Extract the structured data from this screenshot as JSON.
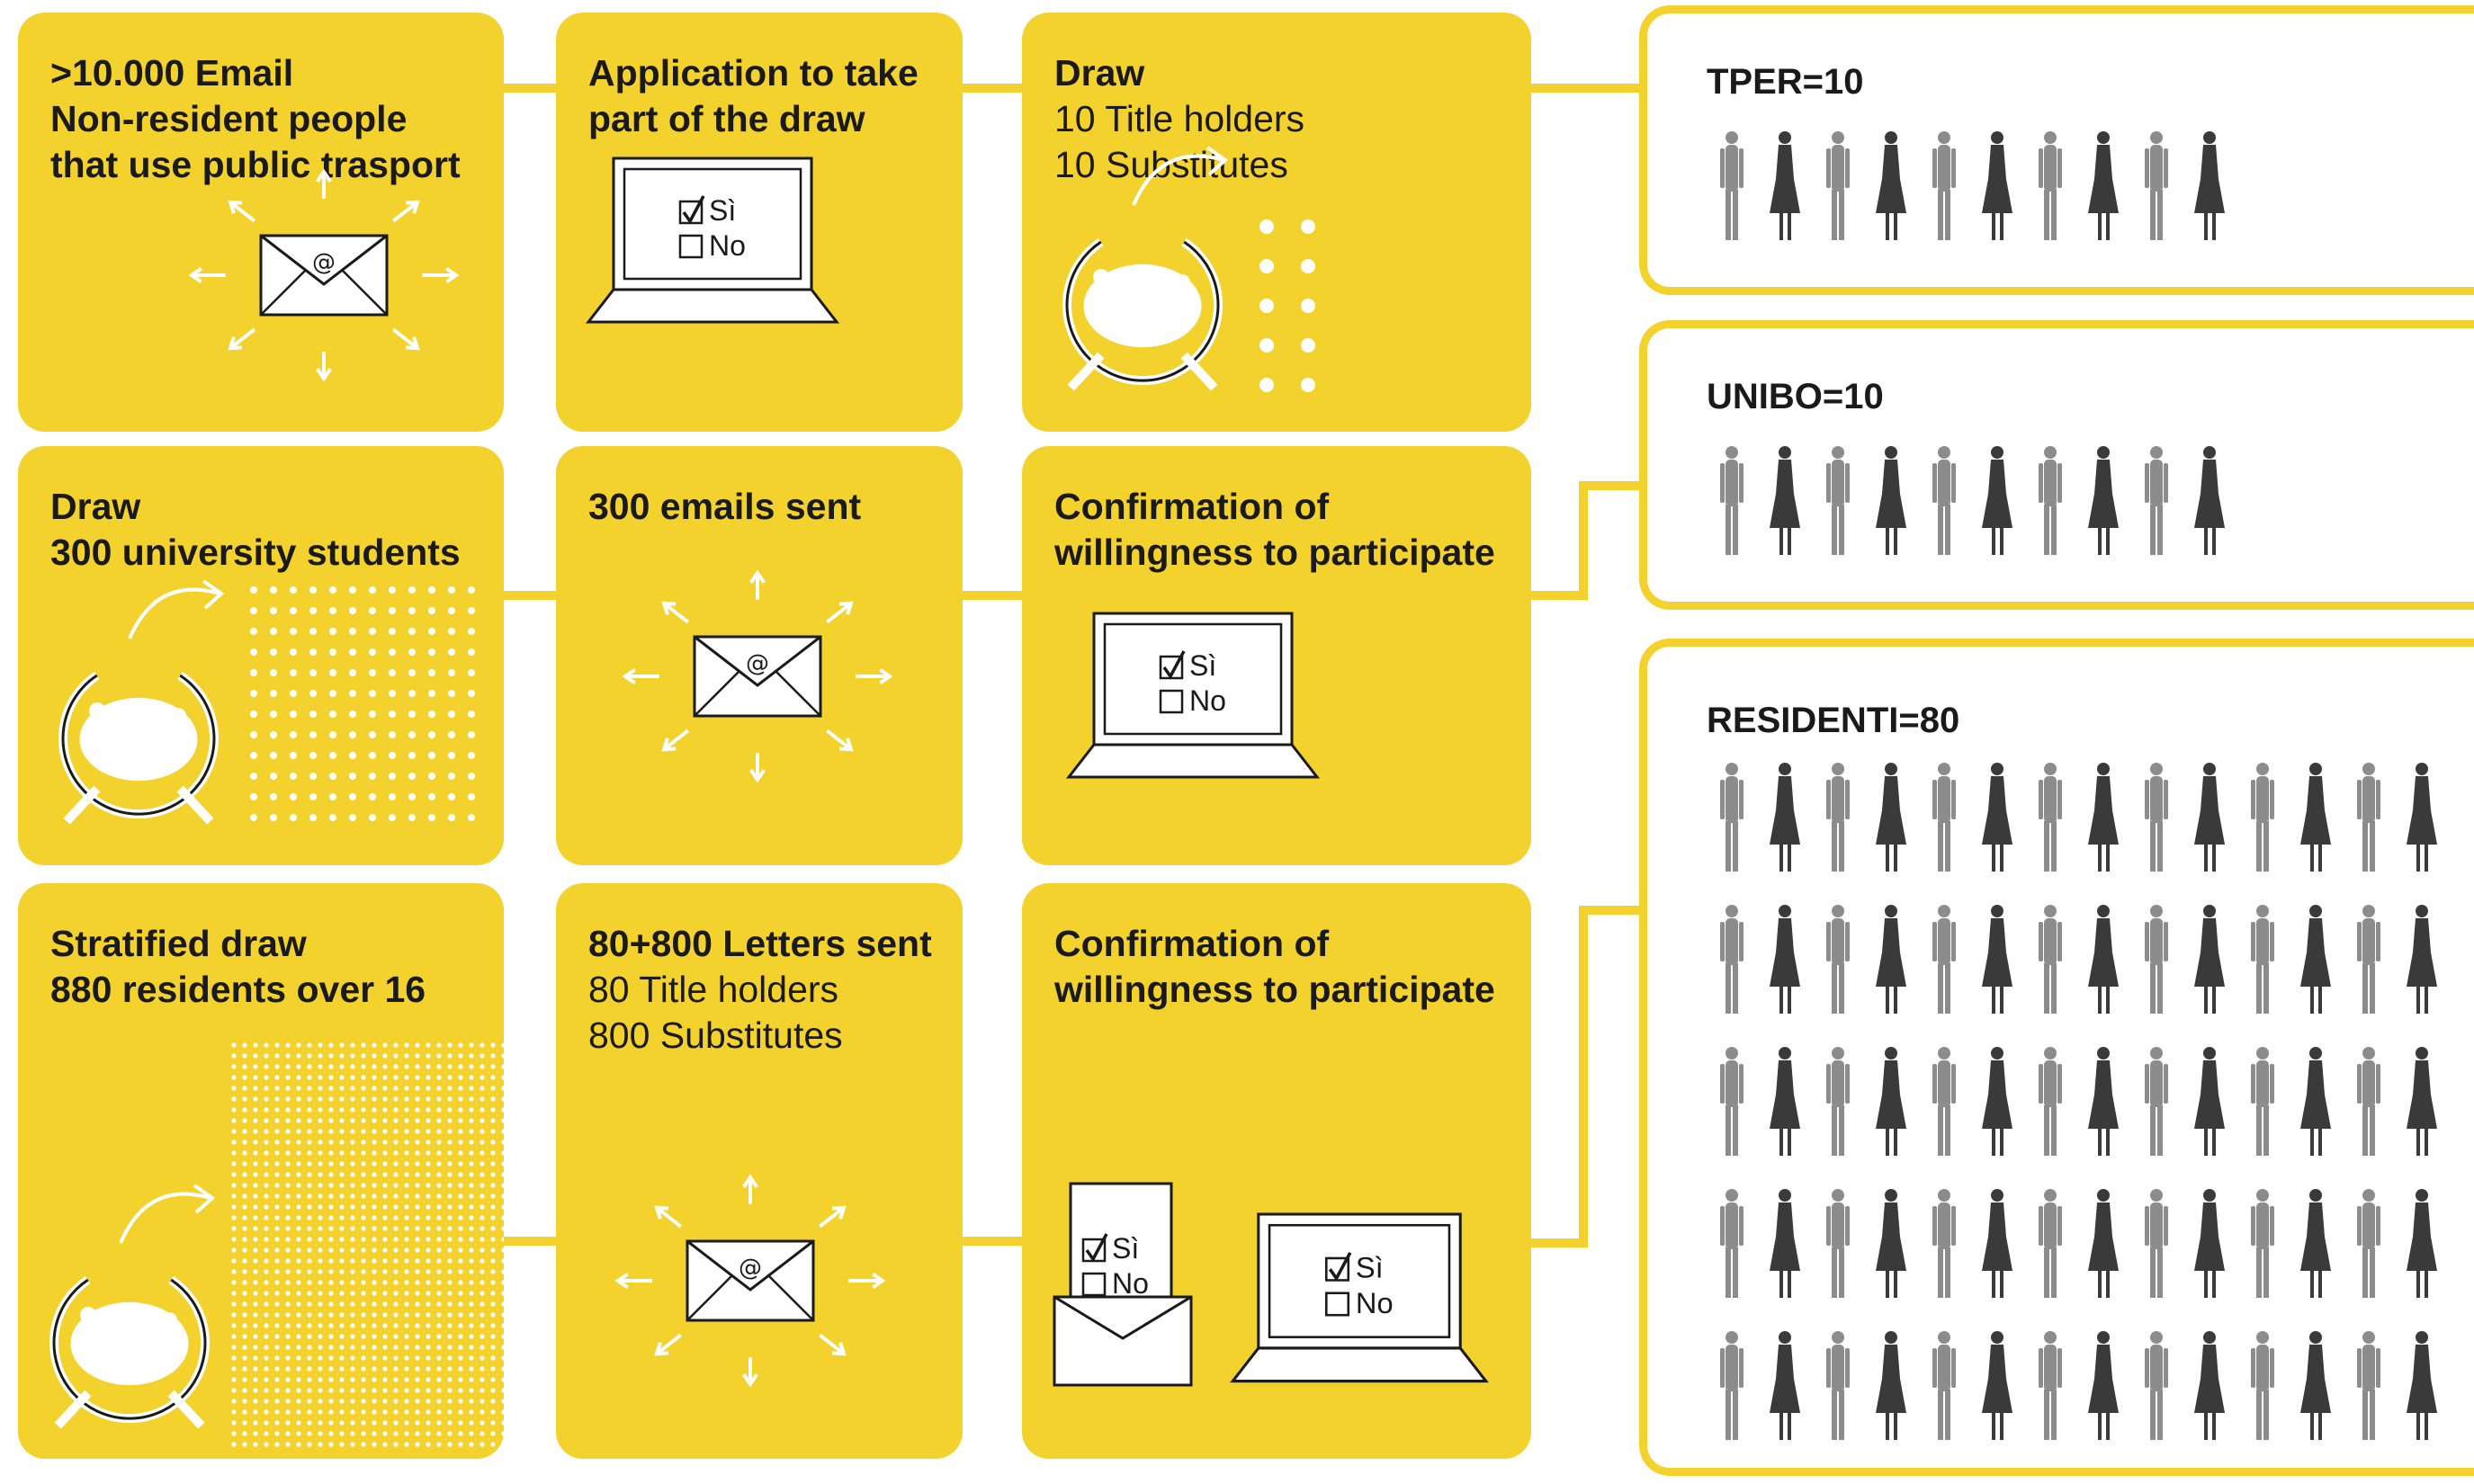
{
  "colors": {
    "yellow": "#f4d22e",
    "light_figure": "#8c8c8c",
    "dark_figure": "#3a3a3a",
    "ink": "#1a1a1a"
  },
  "row1": {
    "card1": {
      "lines": [
        ">10.000 Email",
        "Non-resident people",
        "that use public trasport"
      ],
      "icon": "envelope-broadcast-icon"
    },
    "card2": {
      "lines": [
        "Application to take",
        "part of the draw"
      ],
      "icon": "laptop-form-icon"
    },
    "card3": {
      "title": "Draw",
      "lines": [
        "10 Title holders",
        "10 Substitutes"
      ],
      "icon": "lottery-urn-icon"
    }
  },
  "row2": {
    "card1": {
      "lines": [
        "Draw",
        "300 university students"
      ],
      "icon": "lottery-urn-icon"
    },
    "card2": {
      "lines": [
        "300 emails sent"
      ],
      "icon": "envelope-broadcast-icon"
    },
    "card3": {
      "lines": [
        "Confirmation of",
        "willingness to participate"
      ],
      "icon": "laptop-form-icon"
    }
  },
  "row3": {
    "card1": {
      "lines": [
        "Stratified draw",
        "880 residents over 16"
      ],
      "icon": "lottery-urn-icon"
    },
    "card2": {
      "title": "80+800 Letters sent",
      "lines": [
        "80 Title holders",
        "800 Substitutes"
      ],
      "icon": "envelope-broadcast-icon"
    },
    "card3": {
      "lines": [
        "Confirmation of",
        "willingness to participate"
      ],
      "icon": "letter-and-laptop-form-icon"
    }
  },
  "form": {
    "yes": "Sì",
    "no": "No"
  },
  "email_symbol": "@",
  "groups": [
    {
      "label": "TPER=10",
      "count": 10
    },
    {
      "label": "UNIBO=10",
      "count": 10
    },
    {
      "label": "RESIDENTI=80",
      "count": 80
    }
  ]
}
